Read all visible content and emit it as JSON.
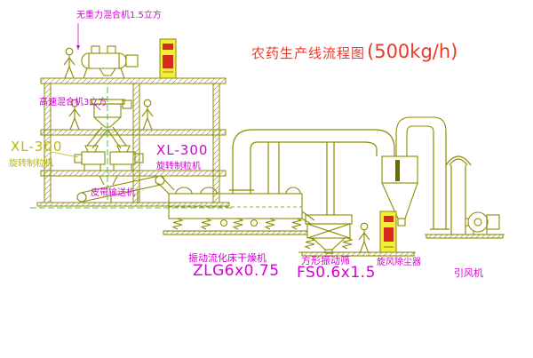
{
  "title": {
    "main": "农药生产线流程图",
    "capacity": "(500kg/h)"
  },
  "labels": {
    "gravity_mixer": "无重力混合机1.5立方",
    "high_speed_mixer": "高速混合机3立方",
    "granulator_left_model": "XL-300",
    "granulator_left_name": "旋转制粒机",
    "granulator_right_model": "XL-300",
    "granulator_right_name": "旋转制粒机",
    "belt_conveyor": "皮带输送机",
    "dryer_name": "振动流化床干燥机",
    "dryer_model": "ZLG6x0.75",
    "screen_name": "方形振动筛",
    "screen_model": "FS0.6x1.5",
    "cyclone": "旋风除尘器",
    "draft_fan": "引风机"
  },
  "palette": {
    "drawing_line": "#8c8c00",
    "highlight_yellow": "#f2ee3a",
    "label_magenta": "#d400d4",
    "title_red": "#e8392b",
    "panel_red": "#d62b1e",
    "centerline_green": "#2aa52a"
  }
}
